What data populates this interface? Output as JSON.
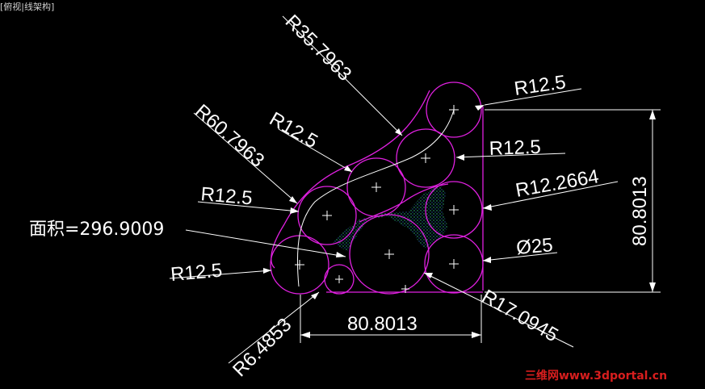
{
  "viewport_label": "[俯视|线架构]",
  "area_label": "面积=296.9009",
  "dimensions": {
    "r35": "R35.7963",
    "r60": "R60.7963",
    "r12_top": "R12.5",
    "r12_mid": "R12.5",
    "r12_right": "R12.5",
    "r12_left": "R12.5",
    "r12_bottom_left": "R12.5",
    "r12_2664": "R12.2664",
    "dia25": "Ø25",
    "r17": "R17.0945",
    "r6": "R6.4853",
    "width": "80.8013",
    "height": "80.8013"
  },
  "watermark": "三维网www.3dportal.cn",
  "colors": {
    "background": "#000000",
    "geometry": "#e020e0",
    "annotation": "#ffffff",
    "hatch": "#33cc88",
    "watermark": "#d81e1e"
  }
}
